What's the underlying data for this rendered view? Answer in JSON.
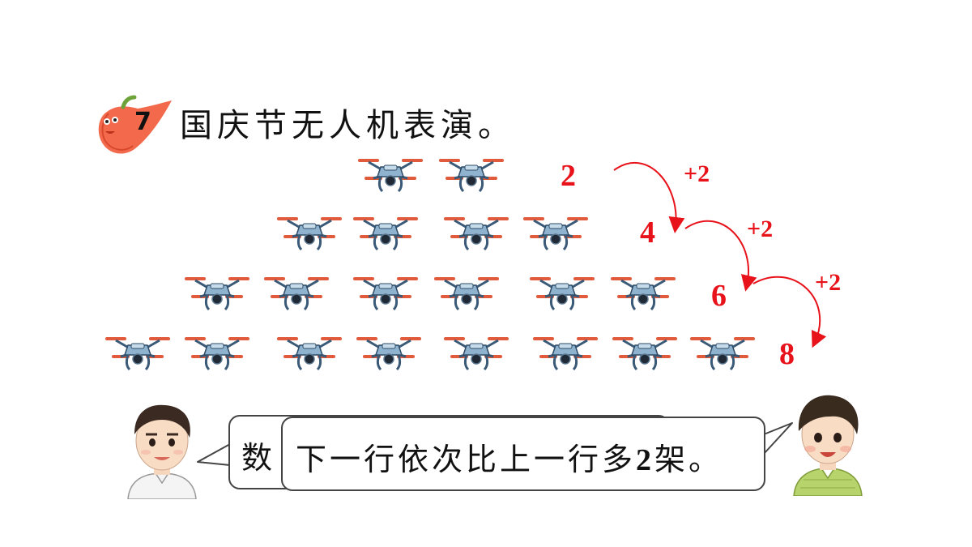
{
  "problem": {
    "number": "7",
    "title": "国庆节无人机表演。"
  },
  "sequence": {
    "values": [
      "2",
      "4",
      "6",
      "8"
    ],
    "step_labels": [
      "+2",
      "+2",
      "+2"
    ],
    "color": "#e8121a"
  },
  "drone_rows": [
    2,
    4,
    6,
    8
  ],
  "bubbles": {
    "back_visible_text": "数",
    "front_text_before": "下一行依次比上一行多",
    "front_number": "2",
    "front_text_after": "架。"
  },
  "icons": [
    "drone-icon",
    "chili-pepper-icon",
    "boy-icon"
  ]
}
